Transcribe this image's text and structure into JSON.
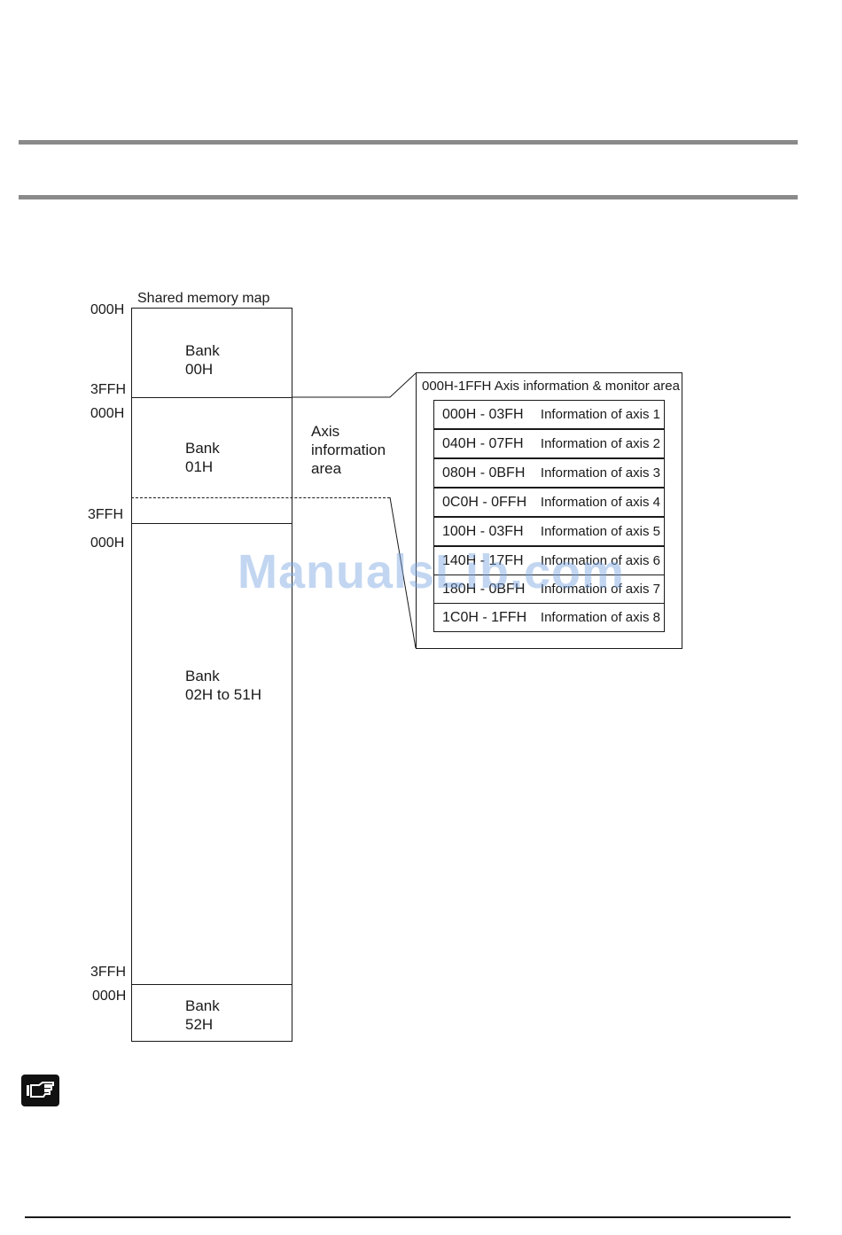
{
  "map": {
    "title": "Shared memory map",
    "banks": [
      {
        "label": "Bank\n00H",
        "start": "000H",
        "end": "3FFH"
      },
      {
        "label": "Bank\n01H",
        "start": "000H",
        "end": "3FFH"
      },
      {
        "label": "Bank\n02H to 51H",
        "start": "000H",
        "end": "3FFH"
      },
      {
        "label": "Bank\n52H",
        "start": "000H"
      }
    ],
    "axis_area_label": "Axis\ninformation\narea"
  },
  "detail": {
    "title": "000H-1FFH Axis information & monitor area",
    "rows": [
      {
        "range": "000H - 03FH",
        "info": "Information of axis 1"
      },
      {
        "range": "040H - 07FH",
        "info": "Information of axis 2"
      },
      {
        "range": "080H - 0BFH",
        "info": "Information of axis 3"
      },
      {
        "range": "0C0H - 0FFH",
        "info": "Information of axis 4"
      },
      {
        "range": "100H - 03FH",
        "info": "Information of axis 5"
      },
      {
        "range": "140H - 17FH",
        "info": "Information of axis 6"
      },
      {
        "range": "180H - 0BFH",
        "info": "Information of axis 7"
      },
      {
        "range": "1C0H - 1FFH",
        "info": "Information of axis 8"
      }
    ]
  },
  "watermark": "ManualsLib.com",
  "icons": {
    "note": "pointing-hand-icon"
  }
}
